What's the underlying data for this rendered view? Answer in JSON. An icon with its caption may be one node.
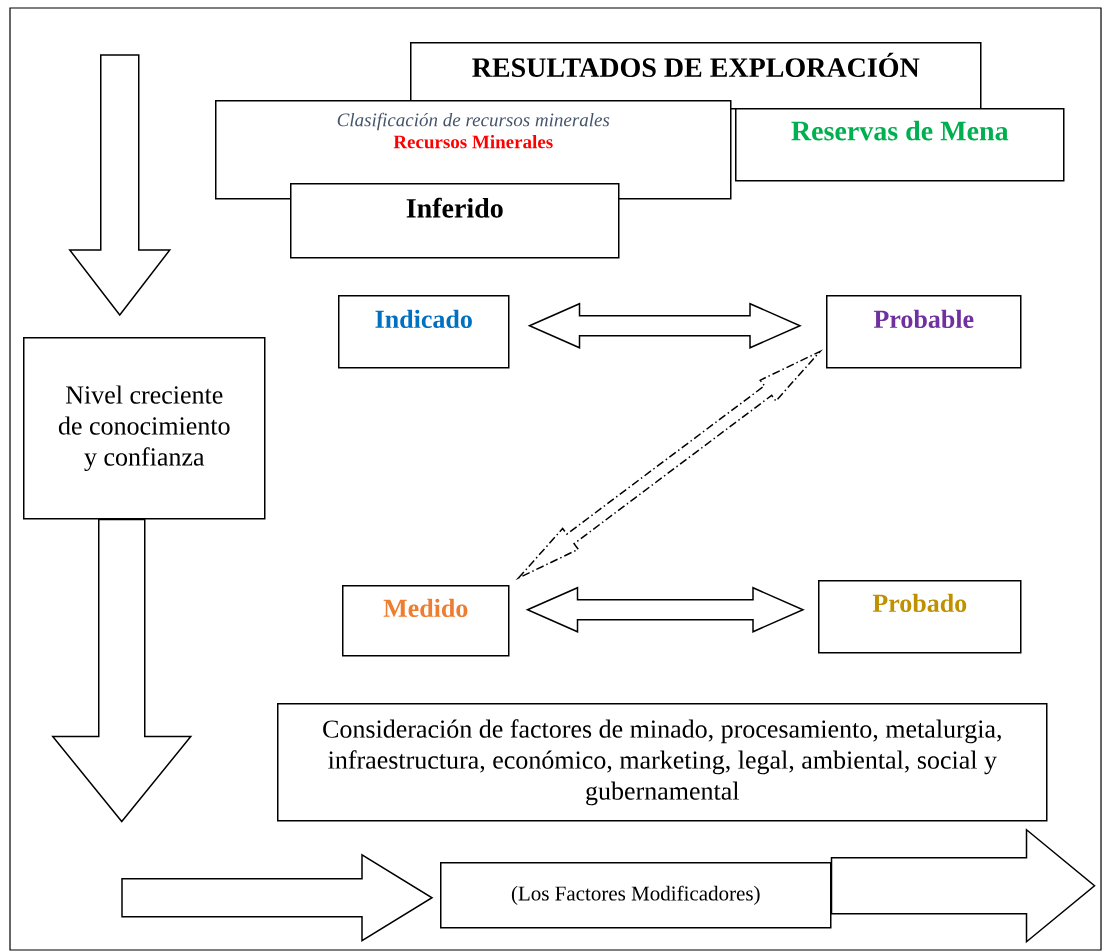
{
  "diagram": {
    "nodes": [
      {
        "text": [
          "RESULTADOS DE EXPLORACIÓN"
        ]
      },
      {
        "text": [
          "Clasificación de recursos minerales",
          "Recursos Minerales"
        ]
      },
      {
        "text": [
          "Reservas de Mena"
        ]
      },
      {
        "text": [
          "Inferido"
        ]
      },
      {
        "text": [
          "Indicado"
        ]
      },
      {
        "text": [
          "Probable"
        ]
      },
      {
        "text": [
          "Nivel creciente de conocimiento y confianza"
        ]
      },
      {
        "text": [
          "Medido"
        ]
      },
      {
        "text": [
          "Probado"
        ]
      },
      {
        "text": [
          "Consideración de factores de minado, procesamiento, metalurgia, infraestructura, económico, marketing, legal, ambiental, social y gubernamental"
        ]
      },
      {
        "text": [
          "(Los Factores Modificadores)"
        ]
      }
    ],
    "edges": [
      {
        "from": 4,
        "to": 5,
        "arrow": "both"
      },
      {
        "from": 7,
        "to": 8,
        "arrow": "both"
      },
      {
        "from": 7,
        "to": 5,
        "arrow": "both",
        "style": "dashed"
      },
      {
        "from": null,
        "to": 6,
        "arrow": "to"
      },
      {
        "from": 6,
        "to": null,
        "arrow": "to"
      },
      {
        "from": null,
        "to": 10,
        "arrow": "to"
      },
      {
        "from": 10,
        "to": null,
        "arrow": "to"
      }
    ]
  }
}
